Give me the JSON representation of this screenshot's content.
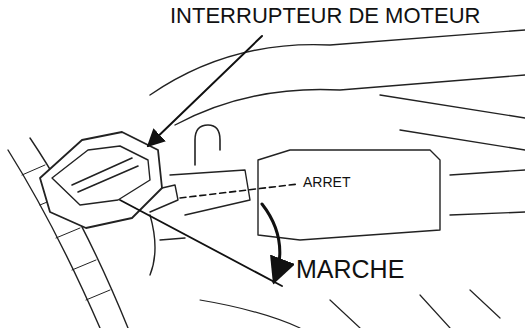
{
  "diagram": {
    "labels": [
      "INTERRUPTEUR DE MOTEUR",
      "ARRET",
      "MARCHE"
    ]
  }
}
